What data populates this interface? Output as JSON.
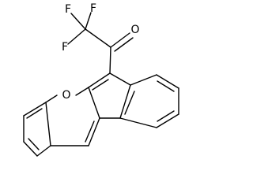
{
  "molecule": {
    "atom_labels": {
      "f_top_left": "F",
      "f_top_right": "F",
      "f_left": "F",
      "o_carbonyl": "O",
      "o_ring": "O"
    }
  }
}
